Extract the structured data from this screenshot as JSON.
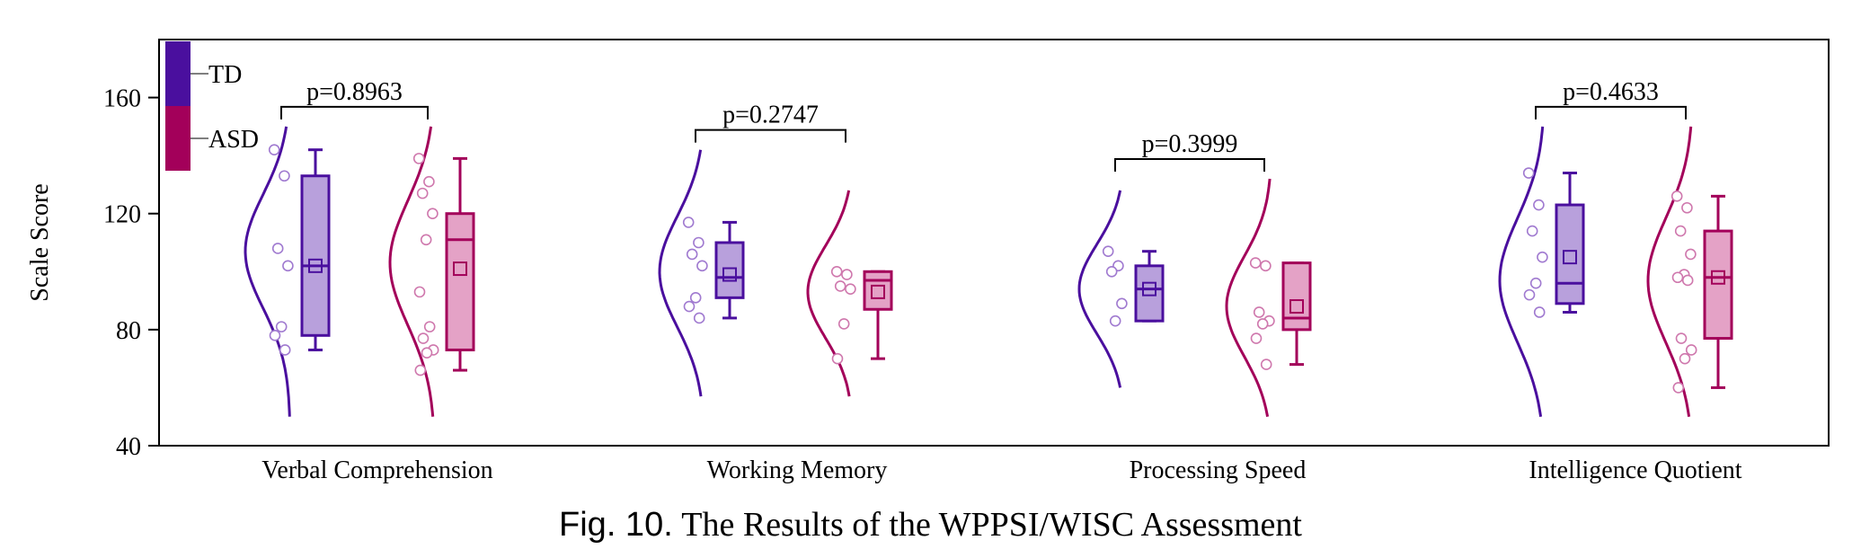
{
  "caption": {
    "lead": "Fig. 10.",
    "rest": "The Results of the WPPSI/WISC Assessment"
  },
  "chart_data": {
    "type": "box-violin",
    "ylabel": "Scale Score",
    "ylim": [
      40,
      180
    ],
    "yticks": [
      40,
      80,
      120,
      160
    ],
    "grid": false,
    "legend": {
      "position": "top-left",
      "entries": [
        "TD",
        "ASD"
      ]
    },
    "colors": {
      "TD": {
        "line": "#4a0f9e",
        "fill": "#b8a0dc",
        "dot": "#a07ad0"
      },
      "ASD": {
        "line": "#a3005a",
        "fill": "#e4a2c6",
        "dot": "#cf78ad"
      }
    },
    "categories": [
      "Verbal Comprehension",
      "Working Memory",
      "Processing Speed",
      "Intelligence Quotient"
    ],
    "p_values": [
      "p=0.8963",
      "p=0.2747",
      "p=0.3999",
      "p=0.4633"
    ],
    "series": [
      {
        "name": "TD",
        "groups": [
          {
            "whisker_low": 73,
            "q1": 78,
            "median": 102,
            "q3": 133,
            "whisker_high": 142,
            "mean": 102,
            "violin_range": [
              50,
              150
            ],
            "violin_peak": 107,
            "points": [
              142,
              133,
              108,
              102,
              81,
              78,
              73
            ]
          },
          {
            "whisker_low": 84,
            "q1": 91,
            "median": 98,
            "q3": 110,
            "whisker_high": 117,
            "mean": 99,
            "violin_range": [
              57,
              142
            ],
            "violin_peak": 100,
            "points": [
              117,
              110,
              106,
              102,
              91,
              88,
              84
            ]
          },
          {
            "whisker_low": 83,
            "q1": 83,
            "median": 94,
            "q3": 102,
            "whisker_high": 107,
            "mean": 94,
            "violin_range": [
              60,
              128
            ],
            "violin_peak": 94,
            "points": [
              107,
              102,
              100,
              89,
              83
            ]
          },
          {
            "whisker_low": 86,
            "q1": 89,
            "median": 96,
            "q3": 123,
            "whisker_high": 134,
            "mean": 105,
            "violin_range": [
              50,
              150
            ],
            "violin_peak": 97,
            "points": [
              134,
              123,
              114,
              105,
              96,
              92,
              86
            ]
          }
        ]
      },
      {
        "name": "ASD",
        "groups": [
          {
            "whisker_low": 66,
            "q1": 73,
            "median": 111,
            "q3": 120,
            "whisker_high": 139,
            "mean": 101,
            "violin_range": [
              50,
              150
            ],
            "violin_peak": 103,
            "points": [
              139,
              131,
              127,
              120,
              111,
              93,
              81,
              77,
              73,
              72,
              66
            ]
          },
          {
            "whisker_low": 70,
            "q1": 87,
            "median": 97,
            "q3": 100,
            "whisker_high": 100,
            "mean": 93,
            "violin_range": [
              57,
              128
            ],
            "violin_peak": 93,
            "points": [
              100,
              99,
              95,
              94,
              82,
              70
            ]
          },
          {
            "whisker_low": 68,
            "q1": 80,
            "median": 84,
            "q3": 103,
            "whisker_high": 103,
            "mean": 88,
            "violin_range": [
              50,
              132
            ],
            "violin_peak": 88,
            "points": [
              103,
              102,
              86,
              83,
              82,
              77,
              68
            ]
          },
          {
            "whisker_low": 60,
            "q1": 77,
            "median": 98,
            "q3": 114,
            "whisker_high": 126,
            "mean": 98,
            "violin_range": [
              50,
              150
            ],
            "violin_peak": 97,
            "points": [
              126,
              122,
              114,
              106,
              99,
              98,
              97,
              77,
              73,
              70,
              60
            ]
          }
        ]
      }
    ]
  }
}
